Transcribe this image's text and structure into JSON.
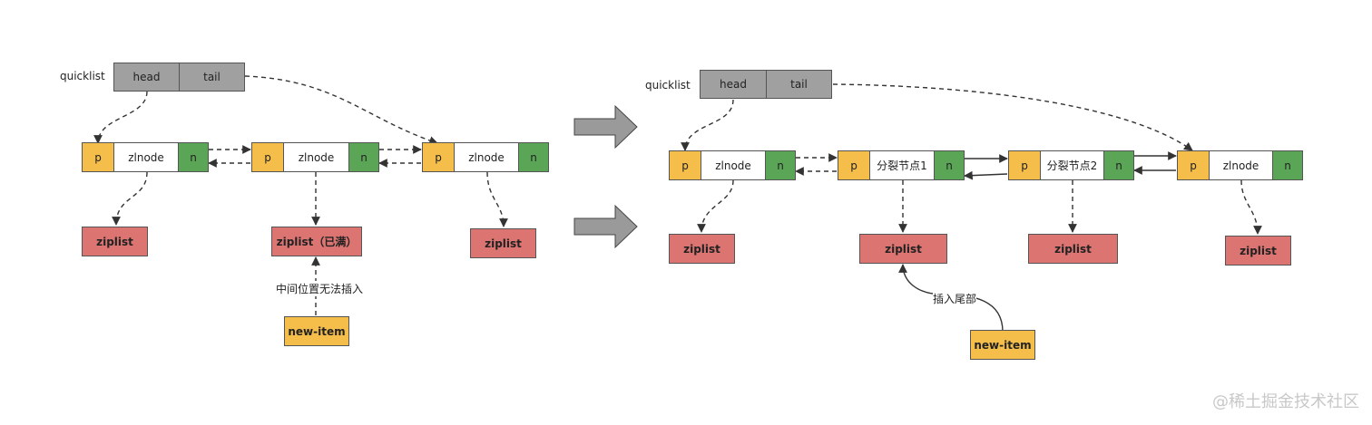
{
  "left": {
    "quicklist_label": "quicklist",
    "head": "head",
    "tail": "tail",
    "nodes": [
      {
        "p": "p",
        "name": "zlnode",
        "n": "n"
      },
      {
        "p": "p",
        "name": "zlnode",
        "n": "n"
      },
      {
        "p": "p",
        "name": "zlnode",
        "n": "n"
      }
    ],
    "ziplists": [
      "ziplist",
      "ziplist（已满）",
      "ziplist"
    ],
    "annotation": "中间位置无法插入",
    "new_item": "new-item"
  },
  "right": {
    "quicklist_label": "quicklist",
    "head": "head",
    "tail": "tail",
    "nodes": [
      {
        "p": "p",
        "name": "zlnode",
        "n": "n"
      },
      {
        "p": "p",
        "name": "分裂节点1",
        "n": "n"
      },
      {
        "p": "p",
        "name": "分裂节点2",
        "n": "n"
      },
      {
        "p": "p",
        "name": "zlnode",
        "n": "n"
      }
    ],
    "ziplists": [
      "ziplist",
      "ziplist",
      "ziplist",
      "ziplist"
    ],
    "annotation": "插入尾部",
    "new_item": "new-item"
  },
  "watermark": "@稀土掘金技术社区",
  "colors": {
    "gray": "#a0a0a0",
    "yellow": "#f5bd49",
    "green": "#5aa556",
    "red": "#dc7472"
  }
}
